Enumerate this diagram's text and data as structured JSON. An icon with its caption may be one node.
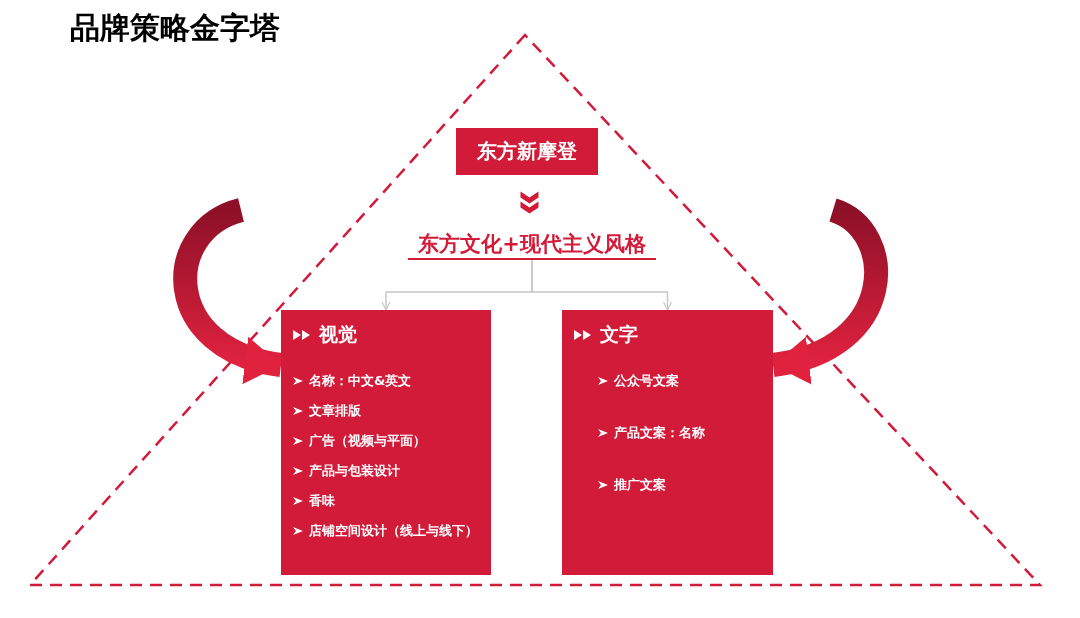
{
  "diagram": {
    "title": "品牌策略金字塔",
    "nodes": [
      {
        "text": [
          "东方新摩登"
        ]
      },
      {
        "text": [
          "东方文化+现代主义风格"
        ]
      },
      {
        "text": [
          "视觉",
          "名称：中文&英文",
          "文章排版",
          "广告（视频与平面）",
          "产品与包装设计",
          "香味",
          "店铺空间设计（线上与线下）"
        ]
      },
      {
        "text": [
          "文字",
          "公众号文案",
          "产品文案：名称",
          "推广文案"
        ]
      }
    ],
    "edges": [
      {
        "from": 0,
        "to": 1,
        "arrow": "to"
      },
      {
        "from": 1,
        "to": 2,
        "arrow": "to",
        "color": "#c8c8c8"
      },
      {
        "from": 1,
        "to": 3,
        "arrow": "to",
        "color": "#c8c8c8"
      },
      {
        "from": null,
        "to": 2,
        "arrow": "to",
        "style": "thick"
      },
      {
        "from": null,
        "to": 3,
        "arrow": "to",
        "style": "thick"
      }
    ]
  }
}
